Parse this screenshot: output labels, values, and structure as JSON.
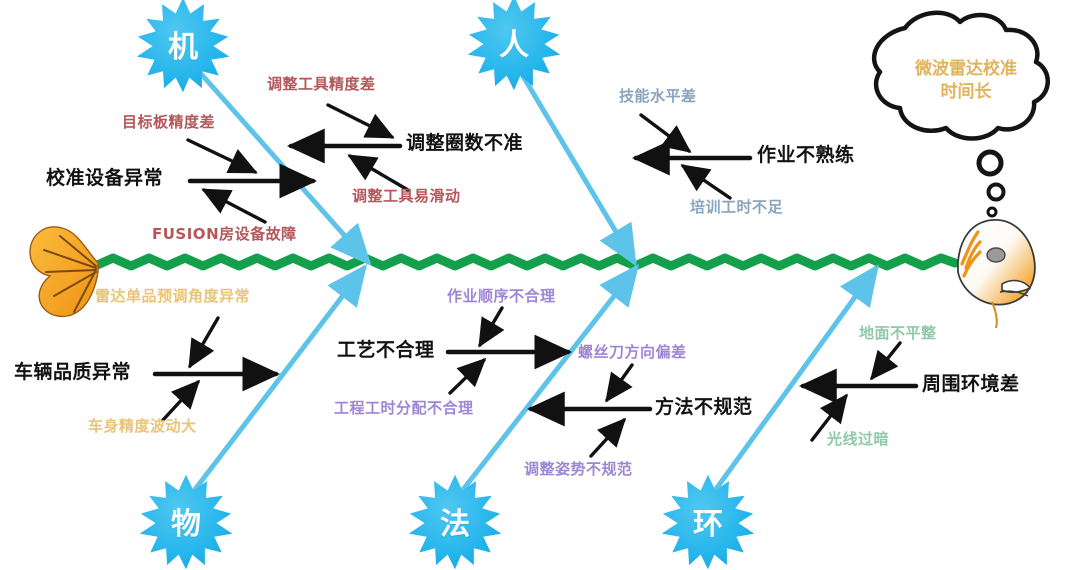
{
  "diagram": {
    "type": "fishbone-ishikawa",
    "effect_bubble": {
      "line1": "微波雷达校准",
      "line2": "时间长",
      "color": "#e0b35c"
    },
    "spine_color": "#14a04a",
    "branch_line_color": "#5ec3e8",
    "fish_body_color": "#f5a01e",
    "categories": [
      {
        "name": "machine",
        "burst_label": "机",
        "position": "top-left",
        "main_causes": [
          {
            "label": "校准设备异常",
            "color": "#121212"
          },
          {
            "label": "调整圈数不准",
            "color": "#121212"
          }
        ],
        "sub_causes": [
          {
            "label": "目标板精度差",
            "color": "#b5565a"
          },
          {
            "label": "FUSION房设备故障",
            "color": "#b5565a"
          },
          {
            "label": "调整工具精度差",
            "color": "#b5565a"
          },
          {
            "label": "调整工具易滑动",
            "color": "#b5565a"
          }
        ]
      },
      {
        "name": "people",
        "burst_label": "人",
        "position": "top-middle",
        "main_causes": [
          {
            "label": "作业不熟练",
            "color": "#121212"
          }
        ],
        "sub_causes": [
          {
            "label": "技能水平差",
            "color": "#8aa4bd"
          },
          {
            "label": "培训工时不足",
            "color": "#8aa4bd"
          }
        ]
      },
      {
        "name": "material",
        "burst_label": "物",
        "position": "bottom-left",
        "main_causes": [
          {
            "label": "车辆品质异常",
            "color": "#121212"
          }
        ],
        "sub_causes": [
          {
            "label": "雷达单品预调角度异常",
            "color": "#e9c573"
          },
          {
            "label": "车身精度波动大",
            "color": "#e9c573"
          }
        ]
      },
      {
        "name": "method",
        "burst_label": "法",
        "position": "bottom-middle",
        "main_causes": [
          {
            "label": "工艺不合理",
            "color": "#121212"
          },
          {
            "label": "方法不规范",
            "color": "#121212"
          }
        ],
        "sub_causes": [
          {
            "label": "作业顺序不合理",
            "color": "#9e86d6"
          },
          {
            "label": "工程工时分配不合理",
            "color": "#9e86d6"
          },
          {
            "label": "螺丝刀方向偏差",
            "color": "#9e86d6"
          },
          {
            "label": "调整姿势不规范",
            "color": "#9e86d6"
          }
        ]
      },
      {
        "name": "environment",
        "burst_label": "环",
        "position": "bottom-right",
        "main_causes": [
          {
            "label": "周围环境差",
            "color": "#121212"
          }
        ],
        "sub_causes": [
          {
            "label": "地面不平整",
            "color": "#8fc9a8"
          },
          {
            "label": "光线过暗",
            "color": "#8fc9a8"
          }
        ]
      }
    ]
  },
  "labels": {
    "machine_burst": "机",
    "people_burst": "人",
    "material_burst": "物",
    "method_burst": "法",
    "environment_burst": "环",
    "m_main_1": "校准设备异常",
    "m_main_2": "调整圈数不准",
    "m_sub_1": "目标板精度差",
    "m_sub_2": "FUSION房设备故障",
    "m_sub_3": "调整工具精度差",
    "m_sub_4": "调整工具易滑动",
    "p_main_1": "作业不熟练",
    "p_sub_1": "技能水平差",
    "p_sub_2": "培训工时不足",
    "mt_main_1": "车辆品质异常",
    "mt_sub_1": "雷达单品预调角度异常",
    "mt_sub_2": "车身精度波动大",
    "f_main_1": "工艺不合理",
    "f_main_2": "方法不规范",
    "f_sub_1": "作业顺序不合理",
    "f_sub_2": "工程工时分配不合理",
    "f_sub_3": "螺丝刀方向偏差",
    "f_sub_4": "调整姿势不规范",
    "e_main_1": "周围环境差",
    "e_sub_1": "地面不平整",
    "e_sub_2": "光线过暗",
    "cloud_line1": "微波雷达校准",
    "cloud_line2": "时间长"
  }
}
